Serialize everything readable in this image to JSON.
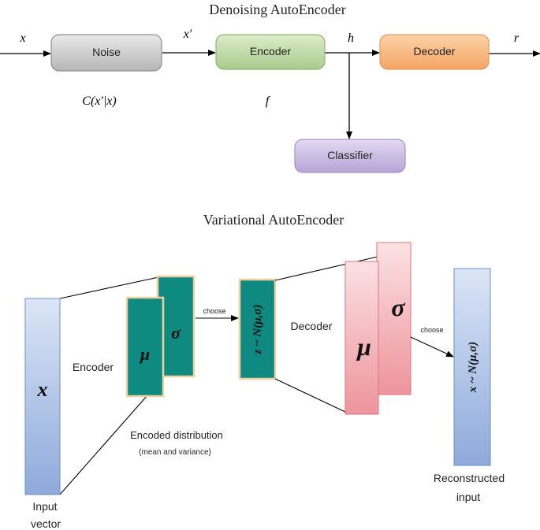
{
  "dae": {
    "title": "Denoising AutoEncoder",
    "input_var": "x",
    "noisy_var": "x′",
    "hidden_var": "h",
    "output_var": "r",
    "noise_label": "Noise",
    "encoder_label": "Encoder",
    "decoder_label": "Decoder",
    "classifier_label": "Classifier",
    "corruption_formula": "C(x′|x)",
    "encoder_fn": "f"
  },
  "vae": {
    "title": "Variational AutoEncoder",
    "input_symbol": "x",
    "input_caption_line1": "Input",
    "input_caption_line2": "vector",
    "encoder_label": "Encoder",
    "mu_symbol": "μ",
    "sigma_symbol": "σ",
    "encoded_caption_line1": "Encoded distribution",
    "encoded_caption_line2": "(mean and variance)",
    "choose_label_1": "choose",
    "latent_formula": "z ~ N(μ,σ)",
    "decoder_label": "Decoder",
    "dec_mu_symbol": "μ",
    "dec_sigma_symbol": "σ",
    "choose_label_2": "choose",
    "output_formula": "x ~ N(μ,σ)",
    "output_caption_line1": "Reconstructed",
    "output_caption_line2": "input"
  },
  "colors": {
    "noise": "#c9c9c9",
    "encoder": "#b3d19a",
    "decoder": "#f7b27a",
    "classifier": "#c3b1de",
    "teal": "#0e8a80",
    "blue_bar": "#9db6e0",
    "pink": "#f1a7ad"
  }
}
